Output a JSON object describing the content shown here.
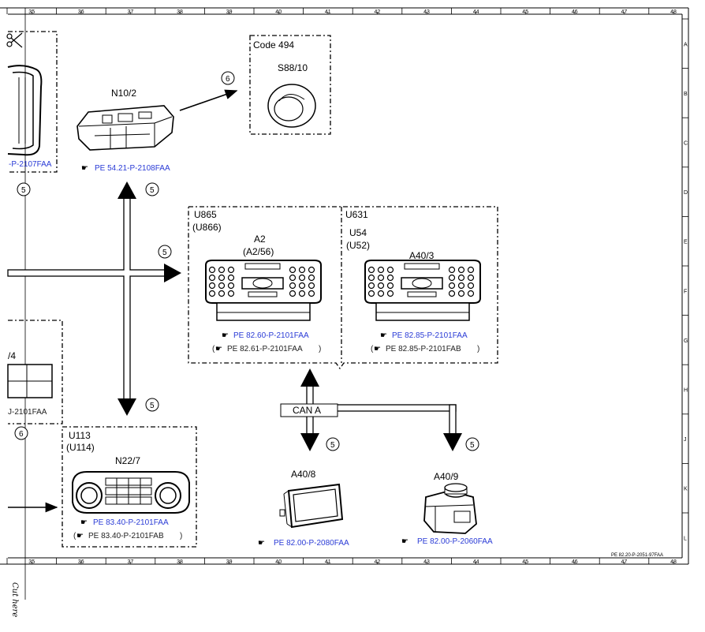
{
  "grid": {
    "columns": [
      "35",
      "36",
      "37",
      "38",
      "39",
      "40",
      "41",
      "42",
      "43",
      "44",
      "45",
      "46",
      "47",
      "48"
    ],
    "rows": [
      "A",
      "B",
      "C",
      "D",
      "E",
      "F",
      "G",
      "H",
      "J",
      "K",
      "L"
    ]
  },
  "sheet_code": "PE 82.20-P-2051-97FAA",
  "cut_text": "Cut here",
  "colors": {
    "reference_blue": "#2a3bd6",
    "line": "#000000"
  },
  "groups": {
    "code494": {
      "title": "Code 494",
      "component": "S88/10"
    },
    "n10": {
      "component": "N10/2",
      "ref": "PE 54.21-P-2108FAA"
    },
    "left_top": {
      "ref_partial": "-P-2107FAA"
    },
    "left_mid": {
      "label_partial": "/4",
      "ref_partial": "J-2101FAA"
    },
    "u865": {
      "title": "U865",
      "alt": "(U866)",
      "component": "A2",
      "component_alt": "(A2/56)",
      "ref": "PE 82.60-P-2101FAA",
      "ref_alt": "PE 82.61-P-2101FAA"
    },
    "u631": {
      "title": "U631",
      "sub": "U54",
      "sub_alt": "(U52)",
      "component": "A40/3",
      "ref": "PE 82.85-P-2101FAA",
      "ref_alt": "PE 82.85-P-2101FAB"
    },
    "u113": {
      "title": "U113",
      "alt": "(U114)",
      "component": "N22/7",
      "ref": "PE 83.40-P-2101FAA",
      "ref_alt": "PE 83.40-P-2101FAB"
    },
    "a408": {
      "component": "A40/8",
      "ref": "PE 82.00-P-2080FAA"
    },
    "a409": {
      "component": "A40/9",
      "ref": "PE 82.00-P-2060FAA"
    }
  },
  "can_label": "CAN A",
  "paren_open": "(",
  "paren_close": ")",
  "callouts": {
    "five": "5",
    "six": "6"
  }
}
